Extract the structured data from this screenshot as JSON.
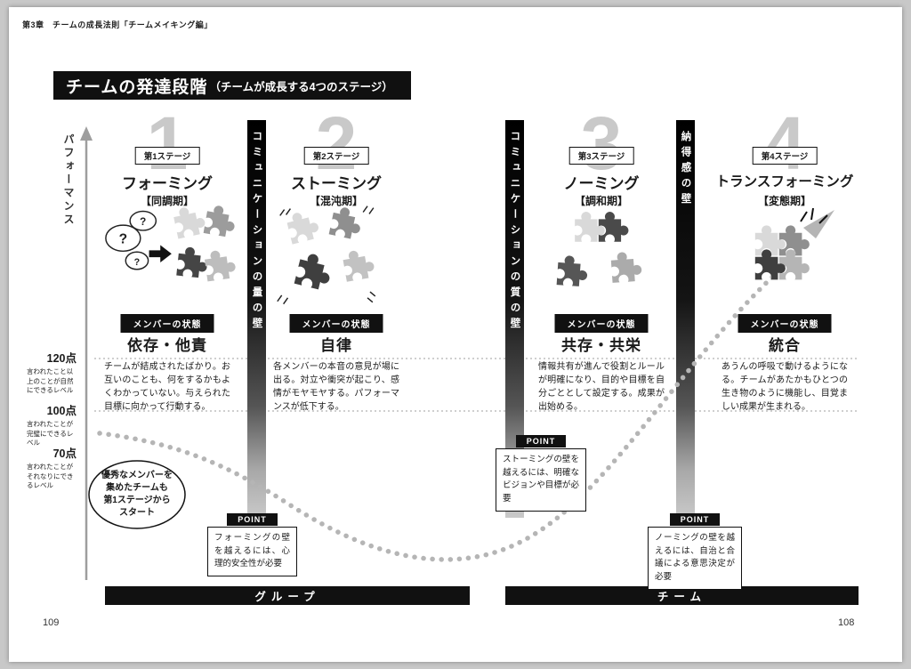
{
  "page": {
    "chapter_header": "第3章　チームの成長法則「チームメイキング編」",
    "page_number_left": "109",
    "page_number_right": "108"
  },
  "title": {
    "main": "チームの発達段階",
    "sub": "（チームが成長する4つのステージ）"
  },
  "axis": {
    "y_label": "パフォーマンス",
    "levels": [
      {
        "score": "120点",
        "desc": "言われたこと以上のことが自然にできるレベル"
      },
      {
        "score": "100点",
        "desc": "言われたことが完璧にできるレベル"
      },
      {
        "score": "70点",
        "desc": "言われたことがそれなりにできるレベル"
      }
    ]
  },
  "labels": {
    "member_state": "メンバーの状態"
  },
  "stages": [
    {
      "number": "1",
      "tag": "第1ステージ",
      "name": "フォーミング",
      "phase": "【同調期】",
      "state": "依存・他責",
      "description": "チームが結成されたばかり。お互いのことも、何をするかもよくわかっていない。与えられた目標に向かって行動する。"
    },
    {
      "number": "2",
      "tag": "第2ステージ",
      "name": "ストーミング",
      "phase": "【混沌期】",
      "state": "自律",
      "description": "各メンバーの本音の意見が場に出る。対立や衝突が起こり、感情がモヤモヤする。パフォーマンスが低下する。"
    },
    {
      "number": "3",
      "tag": "第3ステージ",
      "name": "ノーミング",
      "phase": "【調和期】",
      "state": "共存・共栄",
      "description": "情報共有が進んで役割とルールが明確になり、目的や目標を自分ごととして設定する。成果が出始める。"
    },
    {
      "number": "4",
      "tag": "第4ステージ",
      "name": "トランスフォーミング",
      "phase": "【変態期】",
      "state": "統合",
      "description": "あうんの呼吸で動けるようになる。チームがあたかもひとつの生き物のように機能し、目覚ましい成果が生まれる。"
    }
  ],
  "walls": [
    {
      "label": "コミュニケーションの量の壁"
    },
    {
      "label": "コミュニケーションの質の壁"
    },
    {
      "label": "納得感の壁"
    }
  ],
  "points": [
    {
      "label": "POINT",
      "text": "フォーミングの壁を越えるには、心理的安全性が必要"
    },
    {
      "label": "POINT",
      "text": "ストーミングの壁を越えるには、明確なビジョンや目標が必要"
    },
    {
      "label": "POINT",
      "text": "ノーミングの壁を越えるには、自治と合議による意思決定が必要"
    }
  ],
  "bubble": {
    "text": "優秀なメンバーを\n集めたチームも\n第1ステージから\nスタート"
  },
  "bottom_bars": [
    {
      "label": "グループ"
    },
    {
      "label": "チーム"
    }
  ],
  "colors": {
    "ink": "#1a1a1a",
    "light_gray": "#c9c9c9",
    "mid_gray": "#8f8f8f",
    "dark_gray": "#3f3f3f"
  }
}
